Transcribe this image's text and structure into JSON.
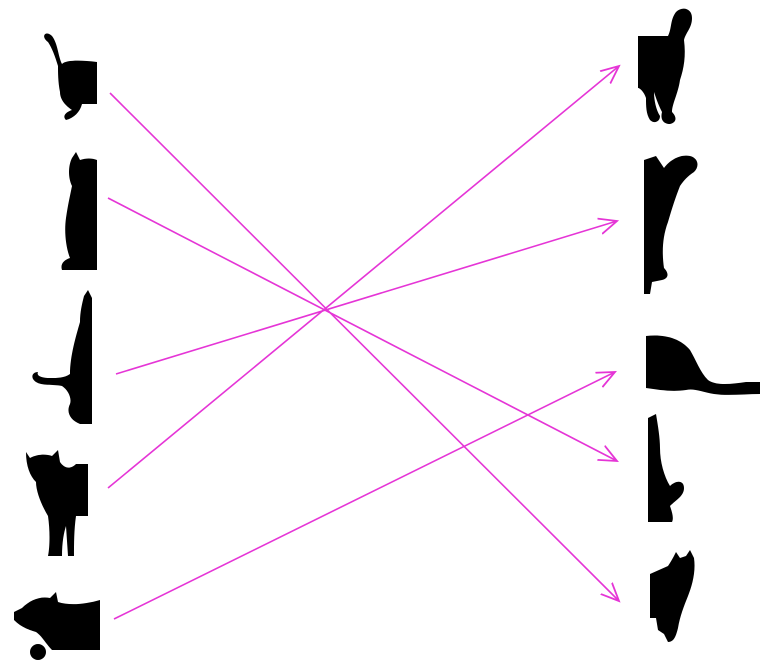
{
  "colors": {
    "silhouette": "#000000",
    "arrow": "#e535d6",
    "background": "#ffffff"
  },
  "left_column": [
    {
      "id": "L1",
      "icon": "cat-half-silhouette-tail-curl-icon"
    },
    {
      "id": "L2",
      "icon": "cat-half-silhouette-sitting-icon"
    },
    {
      "id": "L3",
      "icon": "cat-half-silhouette-tail-out-icon"
    },
    {
      "id": "L4",
      "icon": "cat-half-silhouette-standing-icon"
    },
    {
      "id": "L5",
      "icon": "cat-half-silhouette-playing-ball-icon"
    }
  ],
  "right_column": [
    {
      "id": "R1",
      "icon": "cat-half-silhouette-curled-tail-icon"
    },
    {
      "id": "R2",
      "icon": "cat-half-silhouette-paw-raised-icon"
    },
    {
      "id": "R3",
      "icon": "cat-half-silhouette-long-tail-icon"
    },
    {
      "id": "R4",
      "icon": "cat-half-silhouette-rear-icon"
    },
    {
      "id": "R5",
      "icon": "cat-half-silhouette-front-icon"
    }
  ],
  "matches": [
    {
      "from": "L1",
      "to": "R5"
    },
    {
      "from": "L2",
      "to": "R4"
    },
    {
      "from": "L3",
      "to": "R2"
    },
    {
      "from": "L4",
      "to": "R1"
    },
    {
      "from": "L5",
      "to": "R3"
    }
  ]
}
